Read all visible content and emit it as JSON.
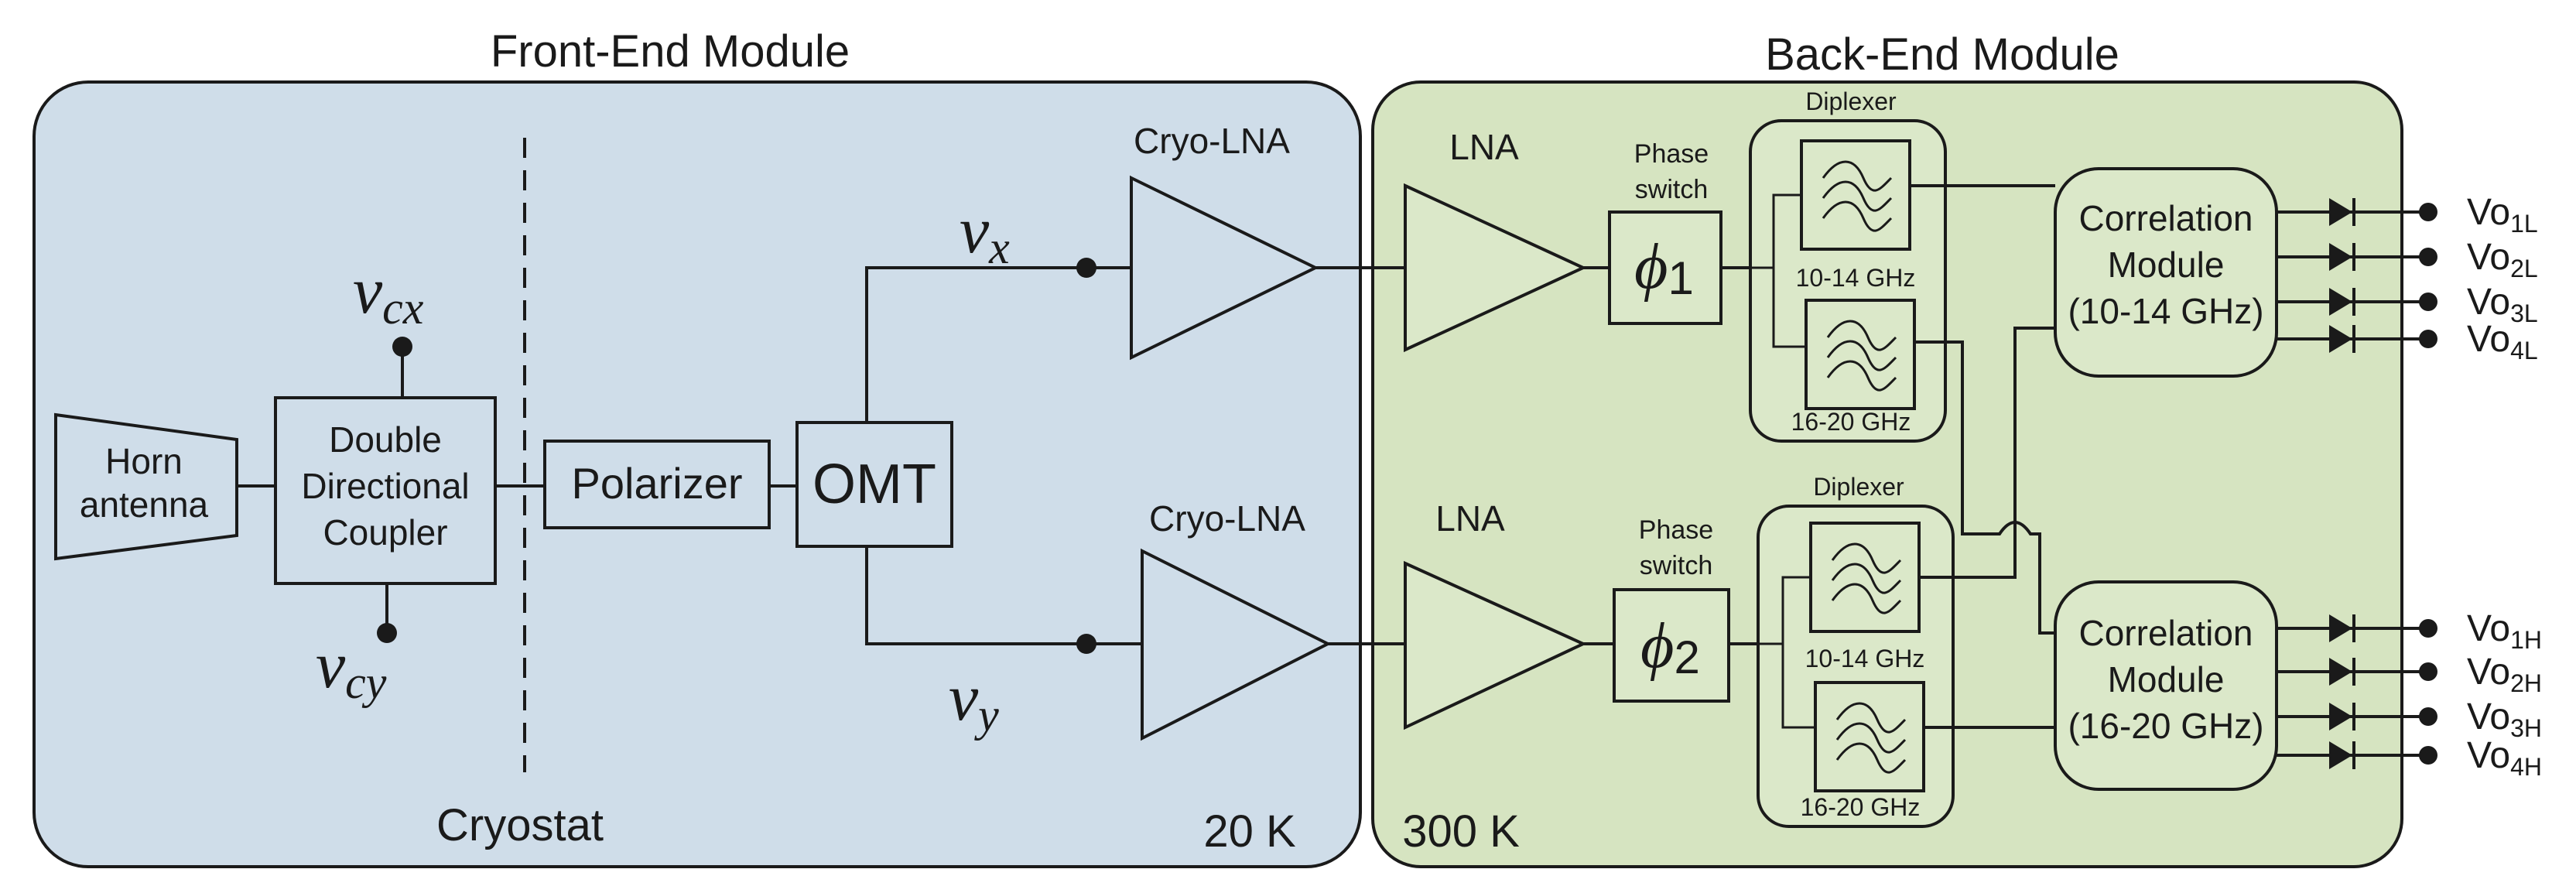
{
  "modules": {
    "front_end_title": "Front-End Module",
    "back_end_title": "Back-End Module",
    "cryostat_label": "Cryostat",
    "front_temp": "20 K",
    "back_temp": "300 K"
  },
  "front_end": {
    "horn": [
      "Horn",
      "antenna"
    ],
    "coupler": [
      "Double",
      "Directional",
      "Coupler"
    ],
    "polarizer": "Polarizer",
    "omt": "OMT",
    "vcx": {
      "base": "v",
      "sub": "cx"
    },
    "vcy": {
      "base": "v",
      "sub": "cy"
    },
    "vx": {
      "base": "v",
      "sub": "x"
    },
    "vy": {
      "base": "v",
      "sub": "y"
    },
    "cryo_lna_top": "Cryo-LNA",
    "cryo_lna_bottom": "Cryo-LNA"
  },
  "back_end": {
    "lna_top": "LNA",
    "lna_bottom": "LNA",
    "phase_switch_top": [
      "Phase",
      "switch"
    ],
    "phase_switch_bottom": [
      "Phase",
      "switch"
    ],
    "phi1": {
      "base": "ϕ",
      "sub": "1"
    },
    "phi2": {
      "base": "ϕ",
      "sub": "2"
    },
    "diplexer_top": {
      "title": "Diplexer",
      "band_low": "10-14 GHz",
      "band_high": "16-20 GHz"
    },
    "diplexer_bottom": {
      "title": "Diplexer",
      "band_low": "10-14 GHz",
      "band_high": "16-20 GHz"
    },
    "corr_low": [
      "Correlation",
      "Module",
      "(10-14 GHz)"
    ],
    "corr_high": [
      "Correlation",
      "Module",
      "(16-20 GHz)"
    ]
  },
  "outputs_low": [
    {
      "base": "Vo",
      "sub": "1L"
    },
    {
      "base": "Vo",
      "sub": "2L"
    },
    {
      "base": "Vo",
      "sub": "3L"
    },
    {
      "base": "Vo",
      "sub": "4L"
    }
  ],
  "outputs_high": [
    {
      "base": "Vo",
      "sub": "1H"
    },
    {
      "base": "Vo",
      "sub": "2H"
    },
    {
      "base": "Vo",
      "sub": "3H"
    },
    {
      "base": "Vo",
      "sub": "4H"
    }
  ],
  "colors": {
    "front_end_fill": "#cfdde9",
    "back_end_fill": "#dbe8c9",
    "line": "#1a1a1a"
  }
}
